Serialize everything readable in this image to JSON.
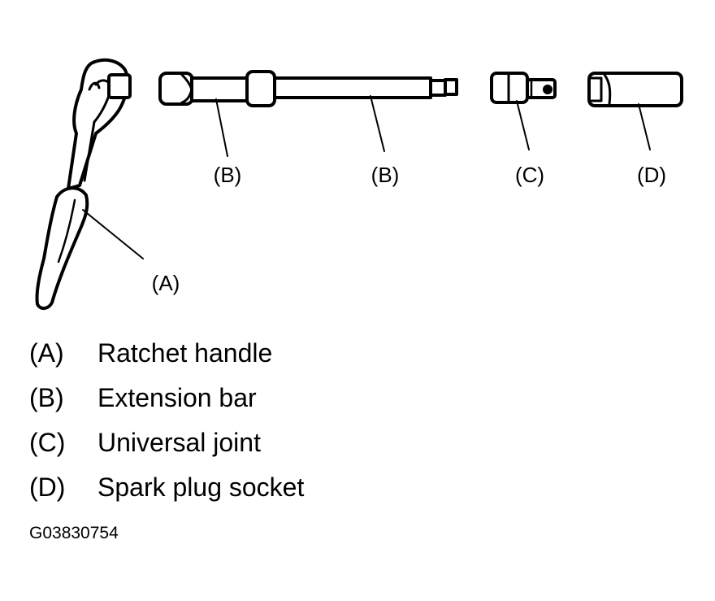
{
  "callouts": {
    "a": "(A)",
    "b1": "(B)",
    "b2": "(B)",
    "c": "(C)",
    "d": "(D)"
  },
  "legend": [
    {
      "key": "(A)",
      "name": "Ratchet handle"
    },
    {
      "key": "(B)",
      "name": "Extension bar"
    },
    {
      "key": "(C)",
      "name": "Universal joint"
    },
    {
      "key": "(D)",
      "name": "Spark plug socket"
    }
  ],
  "figure_code": "G03830754",
  "colors": {
    "ink": "#000000",
    "paper": "#ffffff"
  }
}
